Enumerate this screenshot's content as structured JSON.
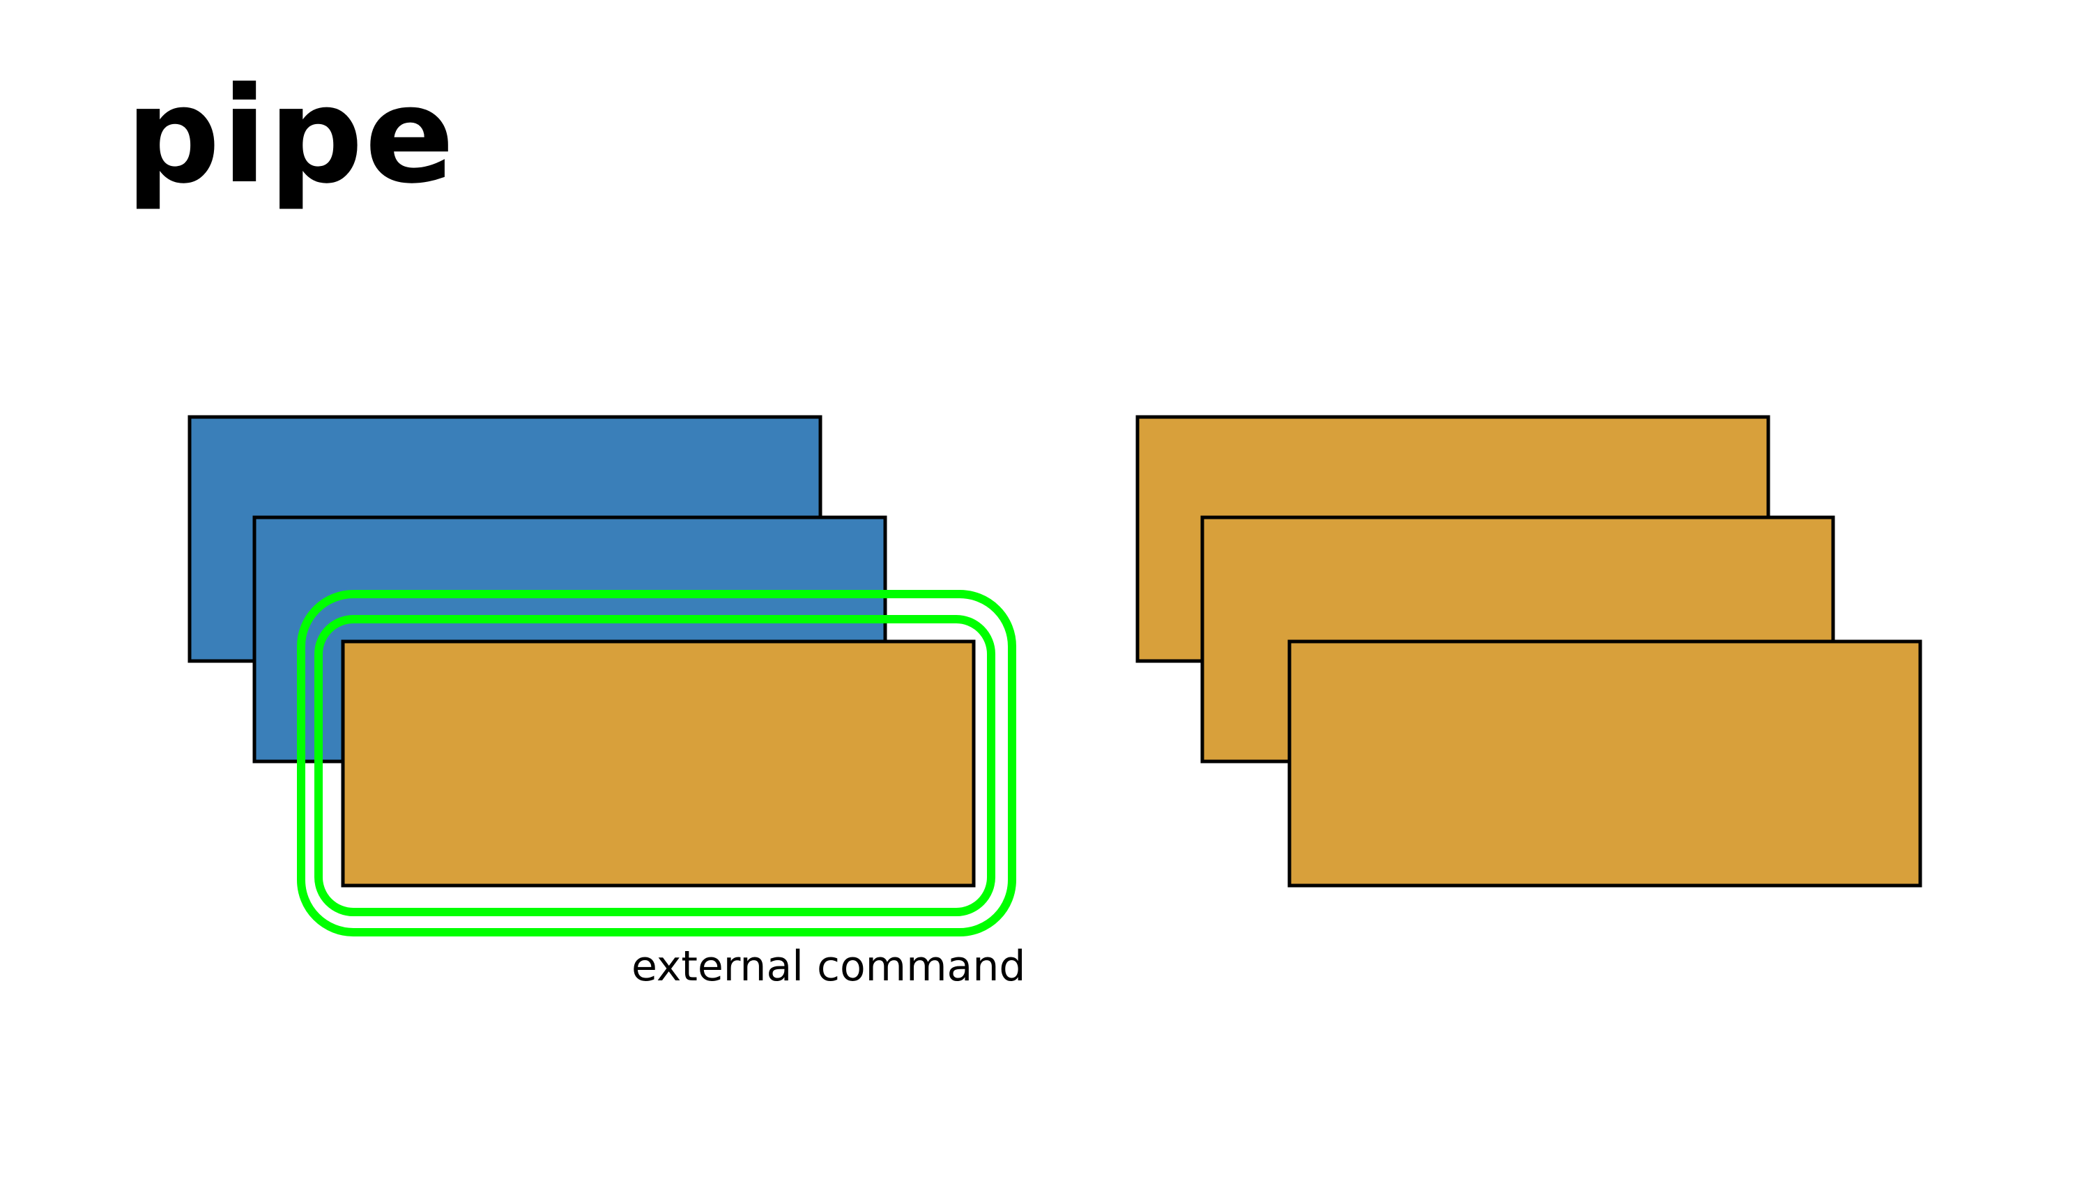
{
  "title": "pipe",
  "caption": "external command",
  "colors": {
    "process_blue": "#3a7fb9",
    "process_orange": "#d8a03b",
    "outline": "#000000",
    "highlight": "#00ff00",
    "background": "#ffffff"
  },
  "left_stack": {
    "layers": [
      "blue",
      "blue",
      "orange"
    ],
    "highlighted_layer": 3
  },
  "right_stack": {
    "layers": [
      "orange",
      "orange",
      "orange"
    ]
  }
}
